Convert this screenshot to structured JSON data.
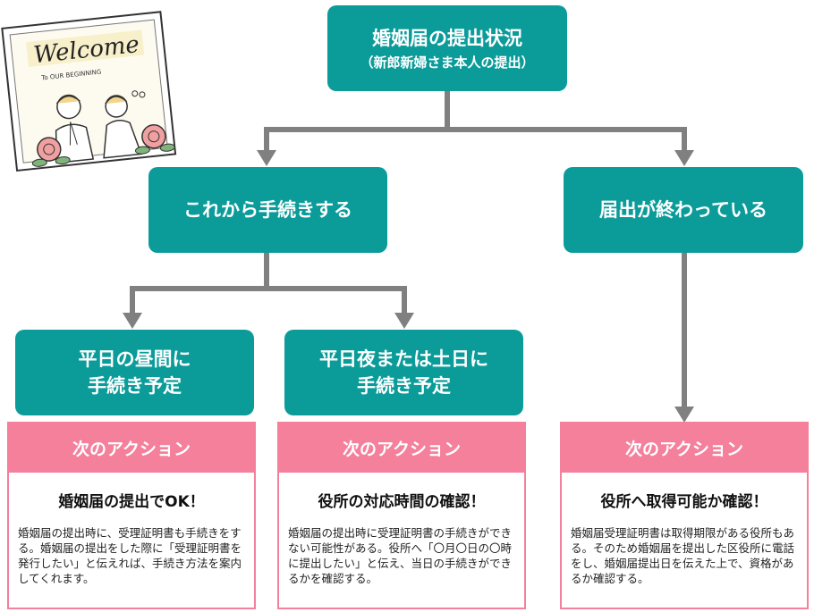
{
  "illustration": {
    "welcome": "Welcome",
    "subtitle": "To OUR BEGINNING"
  },
  "root": {
    "title": "婚姻届の提出状況",
    "subtitle": "（新郎新婦さま本人の提出）"
  },
  "branch_left": "これから手続きする",
  "branch_right": "届出が終わっている",
  "leaf1": {
    "line1": "平日の昼間に",
    "line2": "手続き予定"
  },
  "leaf2": {
    "line1": "平日夜または土日に",
    "line2": "手続き予定"
  },
  "actions": [
    {
      "header": "次のアクション",
      "title": "婚姻届の提出でOK！",
      "body": "婚姻届の提出時に、受理証明書も手続きをする。婚姻届の提出をした際に「受理証明書を発行したい」と伝えれば、手続き方法を案内してくれます。"
    },
    {
      "header": "次のアクション",
      "title": "役所の対応時間の確認！",
      "body": "婚姻届の提出時に受理証明書の手続きができない可能性がある。役所へ「〇月〇日の〇時に提出したい」と伝え、当日の手続きができるかを確認する。"
    },
    {
      "header": "次のアクション",
      "title": "役所へ取得可能か確認！",
      "body": "婚姻届受理証明書は取得期限がある役所もある。そのため婚姻届を提出した区役所に電話をし、婚姻届提出日を伝えた上で、資格があるか確認する。"
    }
  ],
  "colors": {
    "teal": "#0b9c9a",
    "pink": "#f4809c",
    "connector": "#808080"
  }
}
